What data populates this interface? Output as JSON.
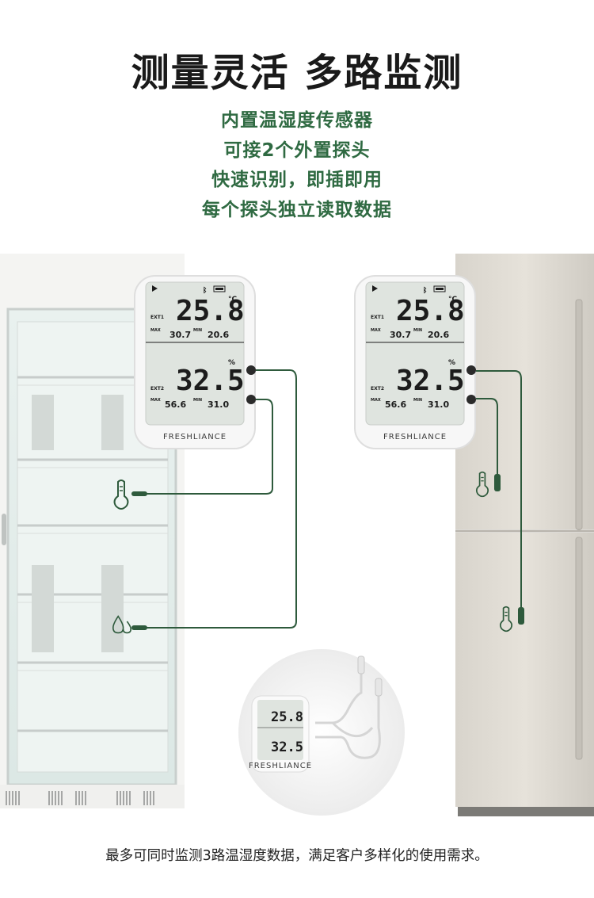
{
  "headline": "测量灵活 多路监测",
  "features": [
    "内置温湿度传感器",
    "可接2个外置探头",
    "快速识别，即插即用",
    "每个探头独立读取数据"
  ],
  "device": {
    "brand": "FRESHLIANCE",
    "internal_temp": "25.8",
    "temp_unit": "°C",
    "ext1_label": "EXT1",
    "ext1_max_label": "MAX",
    "ext1_max": "30.7",
    "ext1_min_label": "MIN",
    "ext1_min": "20.6",
    "internal_humidity": "32.5",
    "humidity_unit": "%",
    "ext2_label": "EXT2",
    "ext2_max_label": "MAX",
    "ext2_max": "56.6",
    "ext2_min_label": "MIN",
    "ext2_min": "31.0"
  },
  "caption": "最多可同时监测3路温湿度数据，满足客户多样化的使用需求。",
  "colors": {
    "accent_green": "#2f6a42",
    "cable_green": "#2e5a3c",
    "lcd_bg": "#dfe4df"
  }
}
